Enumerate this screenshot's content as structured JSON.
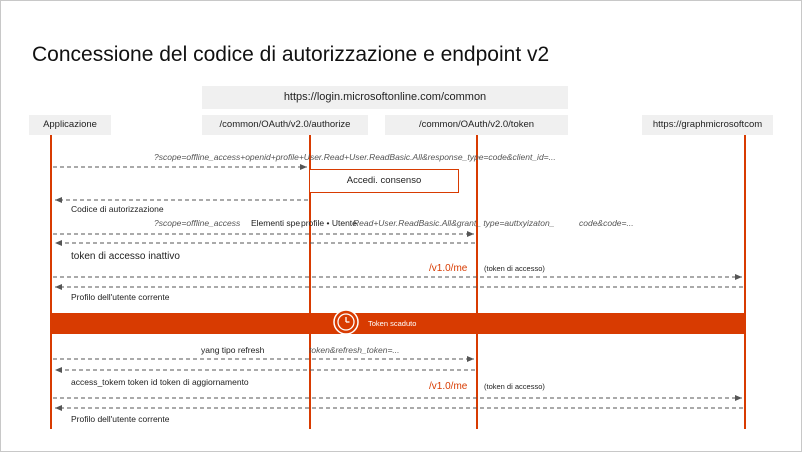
{
  "title": "Concessione del codice di autorizzazione e endpoint v2",
  "host": "https://login.microsoftonline.com/common",
  "lanes": {
    "app": "Applicazione",
    "authorize": "/common/OAuth/v2.0/authorize",
    "token": "/common/OAuth/v2.0/token",
    "graph": "https://graphmicrosoftcom"
  },
  "messages": {
    "m1": "?scope=offline_access+openid+profile+User.Read+User.ReadBasic.All&response_type=code&client_id=...",
    "consent": "Accedi. consenso",
    "m2": "Codice di autorizzazione",
    "m3a": "?scope=offline_access",
    "m3b": "Elementi spe",
    "m3c": "profile • Utente",
    "m3d": "Read+User.ReadBasic.All&grant_ type=auttxyizaton_",
    "m3e": "code&code=...",
    "m4": "token di accesso inattivo",
    "m5_url": "/v1.0/me",
    "m5_note": "(token di accesso)",
    "m6": "Profilo dell'utente corrente",
    "expired": "Token scaduto",
    "m7a": "yang tipo refresh",
    "m7b": "token&refresh_token=...",
    "m8": "access_tokem token id token di aggiornamento",
    "m9_url": "/v1.0/me",
    "m9_note": "(token di accesso)",
    "m10": "Profilo dell'utente corrente"
  },
  "colors": {
    "accent": "#d83b01",
    "lane_fill": "#f0f0f0",
    "dashed_arrow": "#555555"
  },
  "icons": {
    "clock": "clock-icon"
  }
}
